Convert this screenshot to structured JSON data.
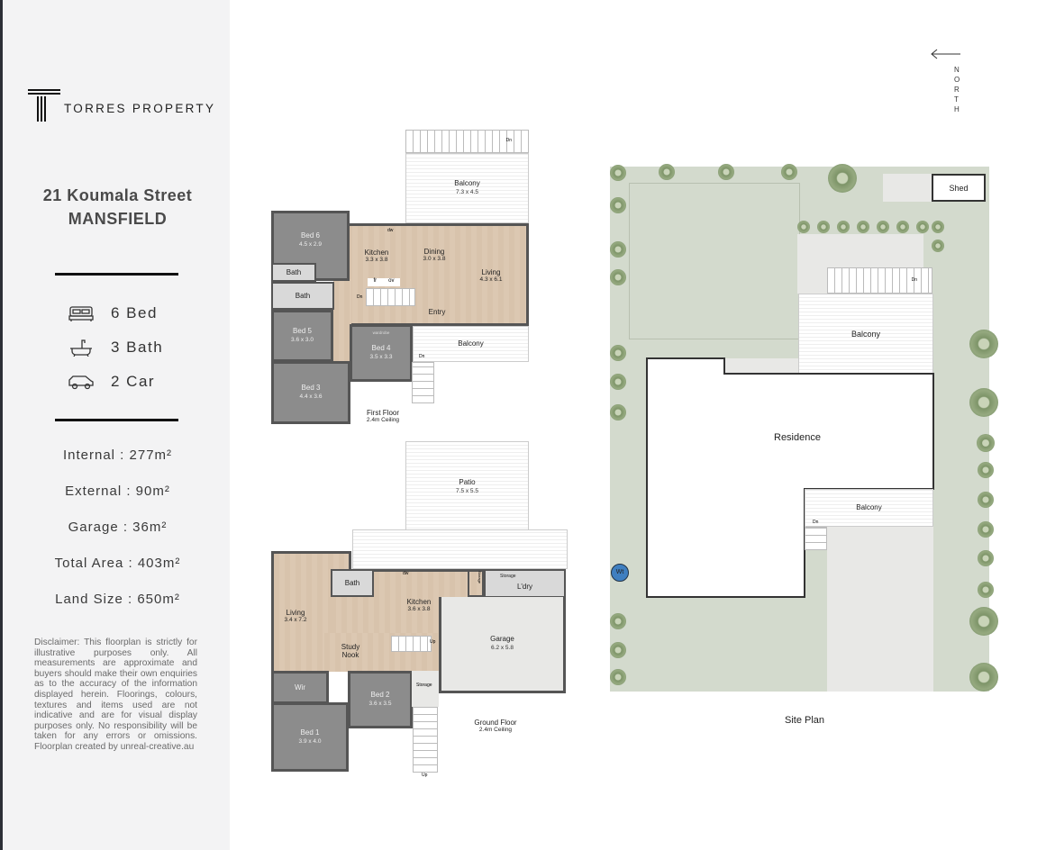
{
  "brand": {
    "name": "TORRES PROPERTY",
    "logo_letter": "T"
  },
  "address": {
    "street": "21 Koumala Street",
    "suburb": "MANSFIELD"
  },
  "features": [
    {
      "icon": "bed-icon",
      "label": "6 Bed"
    },
    {
      "icon": "bath-icon",
      "label": "3 Bath"
    },
    {
      "icon": "car-icon",
      "label": "2 Car"
    }
  ],
  "areas": [
    "Internal : 277m²",
    "External : 90m²",
    "Garage : 36m²",
    "Total Area : 403m²",
    "Land Size : 650m²"
  ],
  "disclaimer": "Disclaimer: This floorplan is strictly for illustrative purposes only. All measurements are approximate and buyers should make their own enquiries as to the accuracy of the information displayed herein. Floorings, colours, textures and items used are not indicative and are for visual display purposes only. No responsibility will be taken for any errors or omissions. Floorplan created by unreal-creative.au",
  "first_floor": {
    "title": "First Floor",
    "ceiling": "2.4m Ceiling",
    "rooms": {
      "balcony_top": {
        "name": "Balcony",
        "dim": "7.3 x 4.5"
      },
      "bed6": {
        "name": "Bed 6",
        "dim": "4.5 x 2.9"
      },
      "bath1": {
        "name": "Bath"
      },
      "bath2": {
        "name": "Bath"
      },
      "kitchen": {
        "name": "Kitchen",
        "dim": "3.3 x 3.8"
      },
      "dining": {
        "name": "Dining",
        "dim": "3.0 x 3.8"
      },
      "living": {
        "name": "Living",
        "dim": "4.3 x 6.1"
      },
      "entry": {
        "name": "Entry"
      },
      "bed5": {
        "name": "Bed 5",
        "dim": "3.6 x 3.0"
      },
      "bed4": {
        "name": "Bed 4",
        "dim": "3.5 x 3.3"
      },
      "bed3": {
        "name": "Bed 3",
        "dim": "4.4 x 3.6"
      },
      "balcony_low": {
        "name": "Balcony"
      }
    },
    "marks": {
      "dn": "Dn",
      "dw": "dw",
      "fr": "fr",
      "ov": "ov",
      "wardrobe": "wardrobe"
    }
  },
  "ground_floor": {
    "title": "Ground Floor",
    "ceiling": "2.4m Ceiling",
    "rooms": {
      "patio": {
        "name": "Patio",
        "dim": "7.5 x 5.5"
      },
      "living": {
        "name": "Living",
        "dim": "3.4 x 7.2"
      },
      "bath": {
        "name": "Bath"
      },
      "kitchen": {
        "name": "Kitchen",
        "dim": "3.6 x 3.8"
      },
      "storage1": {
        "name": "Storage"
      },
      "storage2": {
        "name": "Storage"
      },
      "laundry": {
        "name": "L'dry"
      },
      "study": {
        "name": "Study Nook"
      },
      "garage": {
        "name": "Garage",
        "dim": "6.2 x 5.8"
      },
      "wir": {
        "name": "Wir"
      },
      "bed1": {
        "name": "Bed 1",
        "dim": "3.9 x 4.0"
      },
      "bed2": {
        "name": "Bed 2",
        "dim": "3.6 x 3.5"
      },
      "storage3": {
        "name": "Storage"
      }
    },
    "marks": {
      "up": "Up",
      "dw": "dw"
    }
  },
  "site_plan": {
    "title": "Site Plan",
    "shed": "Shed",
    "balcony_top": "Balcony",
    "residence": "Residence",
    "balcony_low": "Balcony",
    "water_tank": "Wt",
    "dn": "Dn",
    "north": "NORTH"
  },
  "colors": {
    "sidebar": "#f3f3f4",
    "bedroom": "#8c8c8c",
    "timber": "#d8c3ac",
    "lawn": "#d3dacd",
    "tank": "#3f7fc0"
  }
}
